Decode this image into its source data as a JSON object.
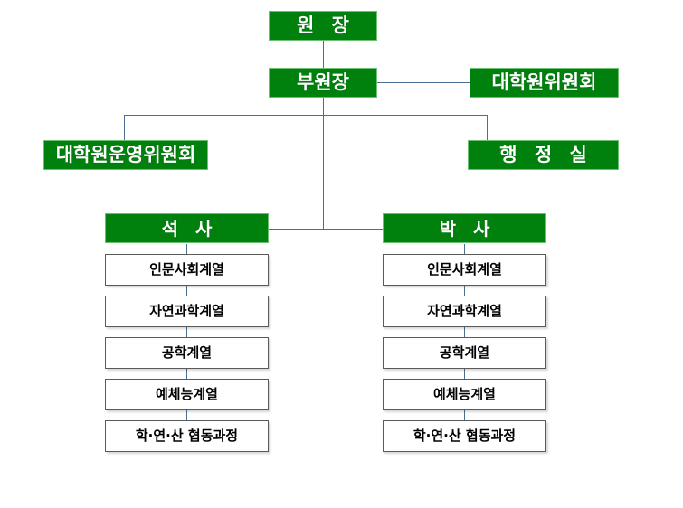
{
  "diagram": {
    "title": "Graduate School Organization Chart",
    "colors": {
      "box_fill_green": "#00800d",
      "box_border_green": "#6cbf73",
      "box_fill_white": "#ffffff",
      "box_border_gray": "#5a5a5a",
      "connector": "#4a6f94",
      "text_on_green": "#ffffff",
      "text_on_white": "#000000",
      "background": "#ffffff"
    },
    "nodes": {
      "director": "원  장",
      "vice_director": "부원장",
      "graduate_committee": "대학원위원회",
      "operating_committee": "대학원운영위원회",
      "admin_office": "행 정 실",
      "masters": "석  사",
      "doctoral": "박  사"
    },
    "masters_programs": [
      "인문사회계열",
      "자연과학계열",
      "공학계열",
      "예체능계열",
      "학·연·산 협동과정"
    ],
    "doctoral_programs": [
      "인문사회계열",
      "자연과학계열",
      "공학계열",
      "예체능계열",
      "학·연·산 협동과정"
    ]
  }
}
